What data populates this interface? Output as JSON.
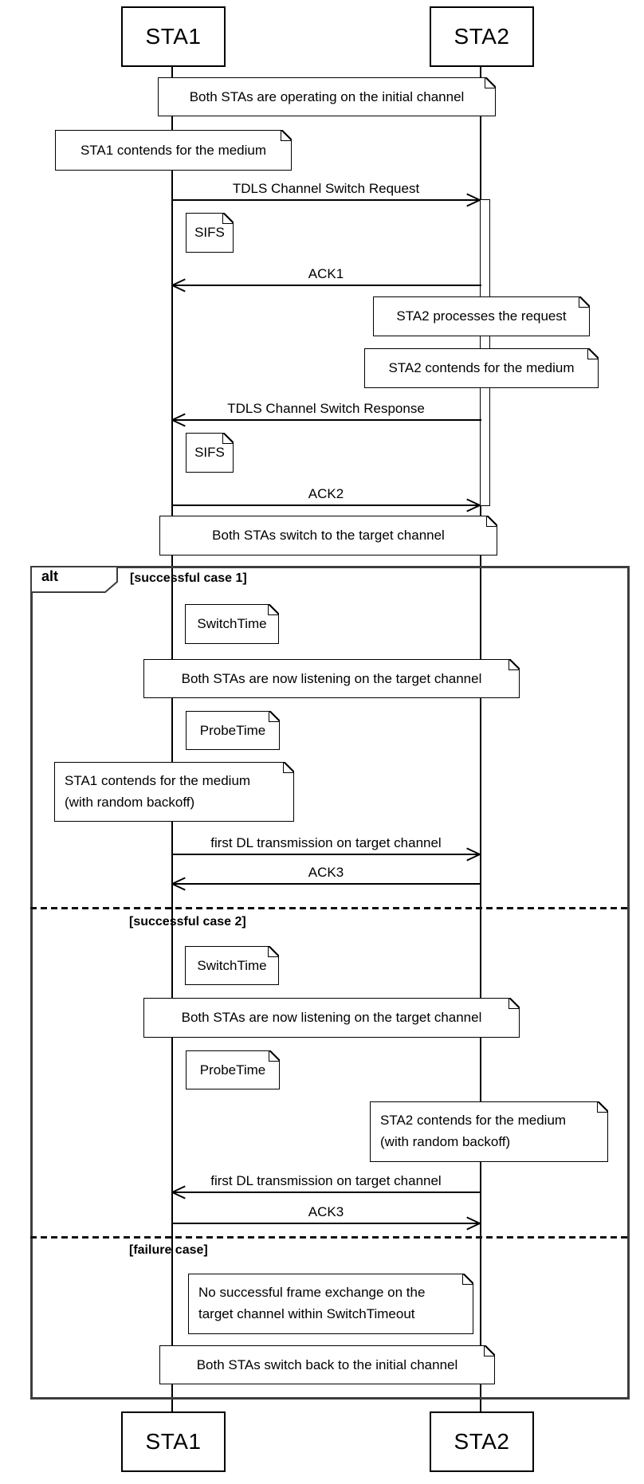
{
  "actors": {
    "sta1_top": "STA1",
    "sta2_top": "STA2",
    "sta1_bottom": "STA1",
    "sta2_bottom": "STA2"
  },
  "messages": {
    "request": "TDLS Channel Switch Request",
    "ack1": "ACK1",
    "response": "TDLS Channel Switch Response",
    "ack2": "ACK2",
    "first_dl_1": "first DL transmission on target channel",
    "ack3_1": "ACK3",
    "first_dl_2": "first DL transmission on target channel",
    "ack3_2": "ACK3"
  },
  "notes": {
    "initial_channel": "Both STAs are operating on the initial channel",
    "sta1_contends": "STA1 contends for the medium",
    "sifs1": "SIFS",
    "sta2_processes": "STA2 processes the request",
    "sta2_contends": "STA2 contends for the medium",
    "sifs2": "SIFS",
    "switch_to_target": "Both STAs switch to the target channel",
    "switchtime1": "SwitchTime",
    "listening1": "Both STAs are now listening on the target channel",
    "probetime1": "ProbeTime",
    "sta1_backoff_l1": "STA1 contends for the medium",
    "sta1_backoff_l2": "(with random backoff)",
    "switchtime2": "SwitchTime",
    "listening2": "Both STAs are now listening on the target channel",
    "probetime2": "ProbeTime",
    "sta2_backoff_l1": "STA2 contends for the medium",
    "sta2_backoff_l2": "(with random backoff)",
    "failure_l1": "No successful frame exchange on the",
    "failure_l2": "target channel within SwitchTimeout",
    "switch_back": "Both STAs switch back to the initial channel"
  },
  "alt_frame": {
    "operator": "alt",
    "guard_case1": "[successful case 1]",
    "guard_case2": "[successful case 2]",
    "guard_failure": "[failure case]"
  },
  "colors": {
    "line": "#000000",
    "background": "#ffffff",
    "frame_border": "#3d3d3d"
  }
}
